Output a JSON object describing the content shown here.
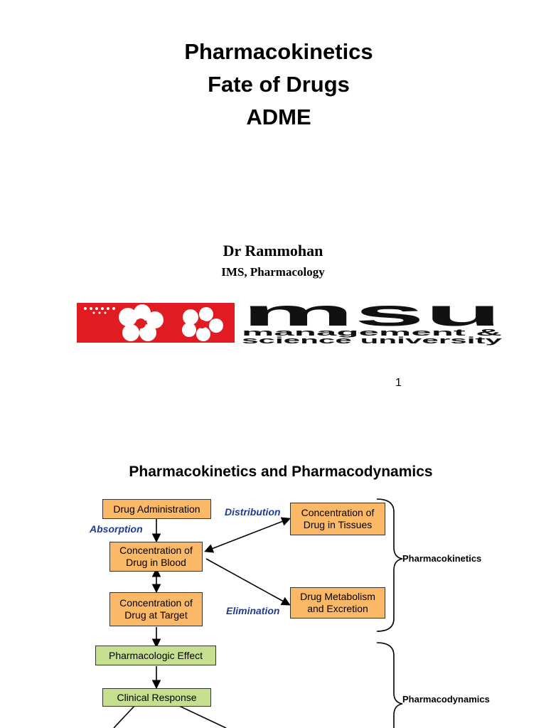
{
  "slide1": {
    "title_lines": [
      "Pharmacokinetics",
      "Fate of Drugs",
      "ADME"
    ],
    "author": "Dr Rammohan",
    "affiliation": "IMS, Pharmacology",
    "logo": {
      "text": "msu",
      "subtitle_1": "management &",
      "subtitle_2": "science university",
      "brand_color": "#e11b22"
    },
    "page_number": "1"
  },
  "slide2": {
    "title": "Pharmacokinetics and Pharmacodynamics",
    "boxes": {
      "drug_administration": "Drug Administration",
      "conc_blood": "Concentration of Drug in Blood",
      "conc_target": "Concentration of Drug at Target",
      "pharmacologic_effect": "Pharmacologic Effect",
      "clinical_response": "Clinical Response",
      "conc_tissues": "Concentration of Drug in Tissues",
      "metabolism": "Drug Metabolism and Excretion"
    },
    "flow_labels": {
      "absorption": "Absorption",
      "distribution": "Distribution",
      "elimination": "Elimination"
    },
    "side_labels": {
      "pk": "Pharmacokinetics",
      "pd": "Pharmacodynamics"
    },
    "colors": {
      "orange_box": "#fbb867",
      "green_box": "#c6df8e",
      "flow_label": "#1f3a93"
    }
  }
}
